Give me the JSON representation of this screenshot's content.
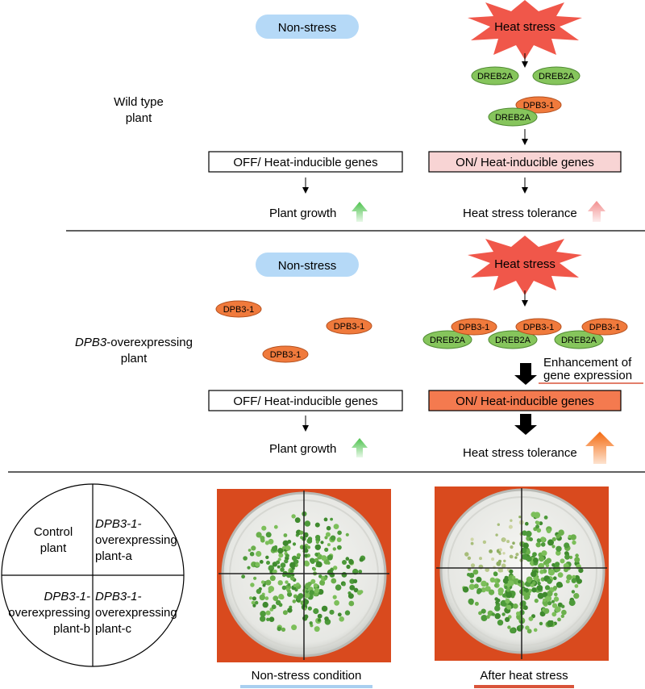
{
  "top": {
    "non_stress": "Non-stress",
    "heat_stress": "Heat stress",
    "row_label_1": "Wild type",
    "row_label_2": "plant",
    "dreb2a_a": "DREB2A",
    "dreb2a_b": "DREB2A",
    "dpb3_1": "DPB3-1",
    "dreb2a_c": "DREB2A",
    "off_box": "OFF/ Heat-inducible genes",
    "on_box": "ON/ Heat-inducible genes",
    "plant_growth": "Plant growth",
    "heat_tolerance": "Heat stress tolerance"
  },
  "middle": {
    "non_stress": "Non-stress",
    "heat_stress": "Heat stress",
    "row_label_italic": "DPB3",
    "row_label_rest": "-overexpressing",
    "row_label_2": "plant",
    "free_dpb3_a": "DPB3-1",
    "free_dpb3_b": "DPB3-1",
    "free_dpb3_c": "DPB3-1",
    "complex_dpb3": [
      "DPB3-1",
      "DPB3-1",
      "DPB3-1"
    ],
    "complex_dreb2a": [
      "DREB2A",
      "DREB2A",
      "DREB2A"
    ],
    "enhancement_1": "Enhancement of",
    "enhancement_2": "gene expression",
    "off_box": "OFF/ Heat-inducible genes",
    "on_box": "ON/ Heat-inducible genes",
    "plant_growth": "Plant growth",
    "heat_tolerance": "Heat stress tolerance"
  },
  "bottom": {
    "q1_line1": "Control",
    "q1_line2": "plant",
    "q2_italic": "DPB3-1-",
    "q2_line2": "overexpressing",
    "q2_line3": "plant-a",
    "q3_italic": "DPB3-1-",
    "q3_line2": "overexpressing",
    "q3_line3": "plant-b",
    "q4_italic": "DPB3-1-",
    "q4_line2": "overexpressing",
    "q4_line3": "plant-c",
    "photo1_caption": "Non-stress condition",
    "photo2_caption": "After heat stress"
  },
  "colors": {
    "non_stress_pill": "#b5d9f7",
    "burst": "#f0574a",
    "dreb2a": "#86c55c",
    "dpb3": "#f07a3c",
    "on_box_light": "#f8d4d4",
    "on_box_strong": "#f47a4f",
    "green_arrow": "#6ed46e",
    "pink_arrow": "#f5a3a3",
    "orange_arrow": "#f77a1f",
    "photo_bg": "#d94a1e",
    "blue_underline": "#a9cff0",
    "red_underline": "#d9543a"
  }
}
